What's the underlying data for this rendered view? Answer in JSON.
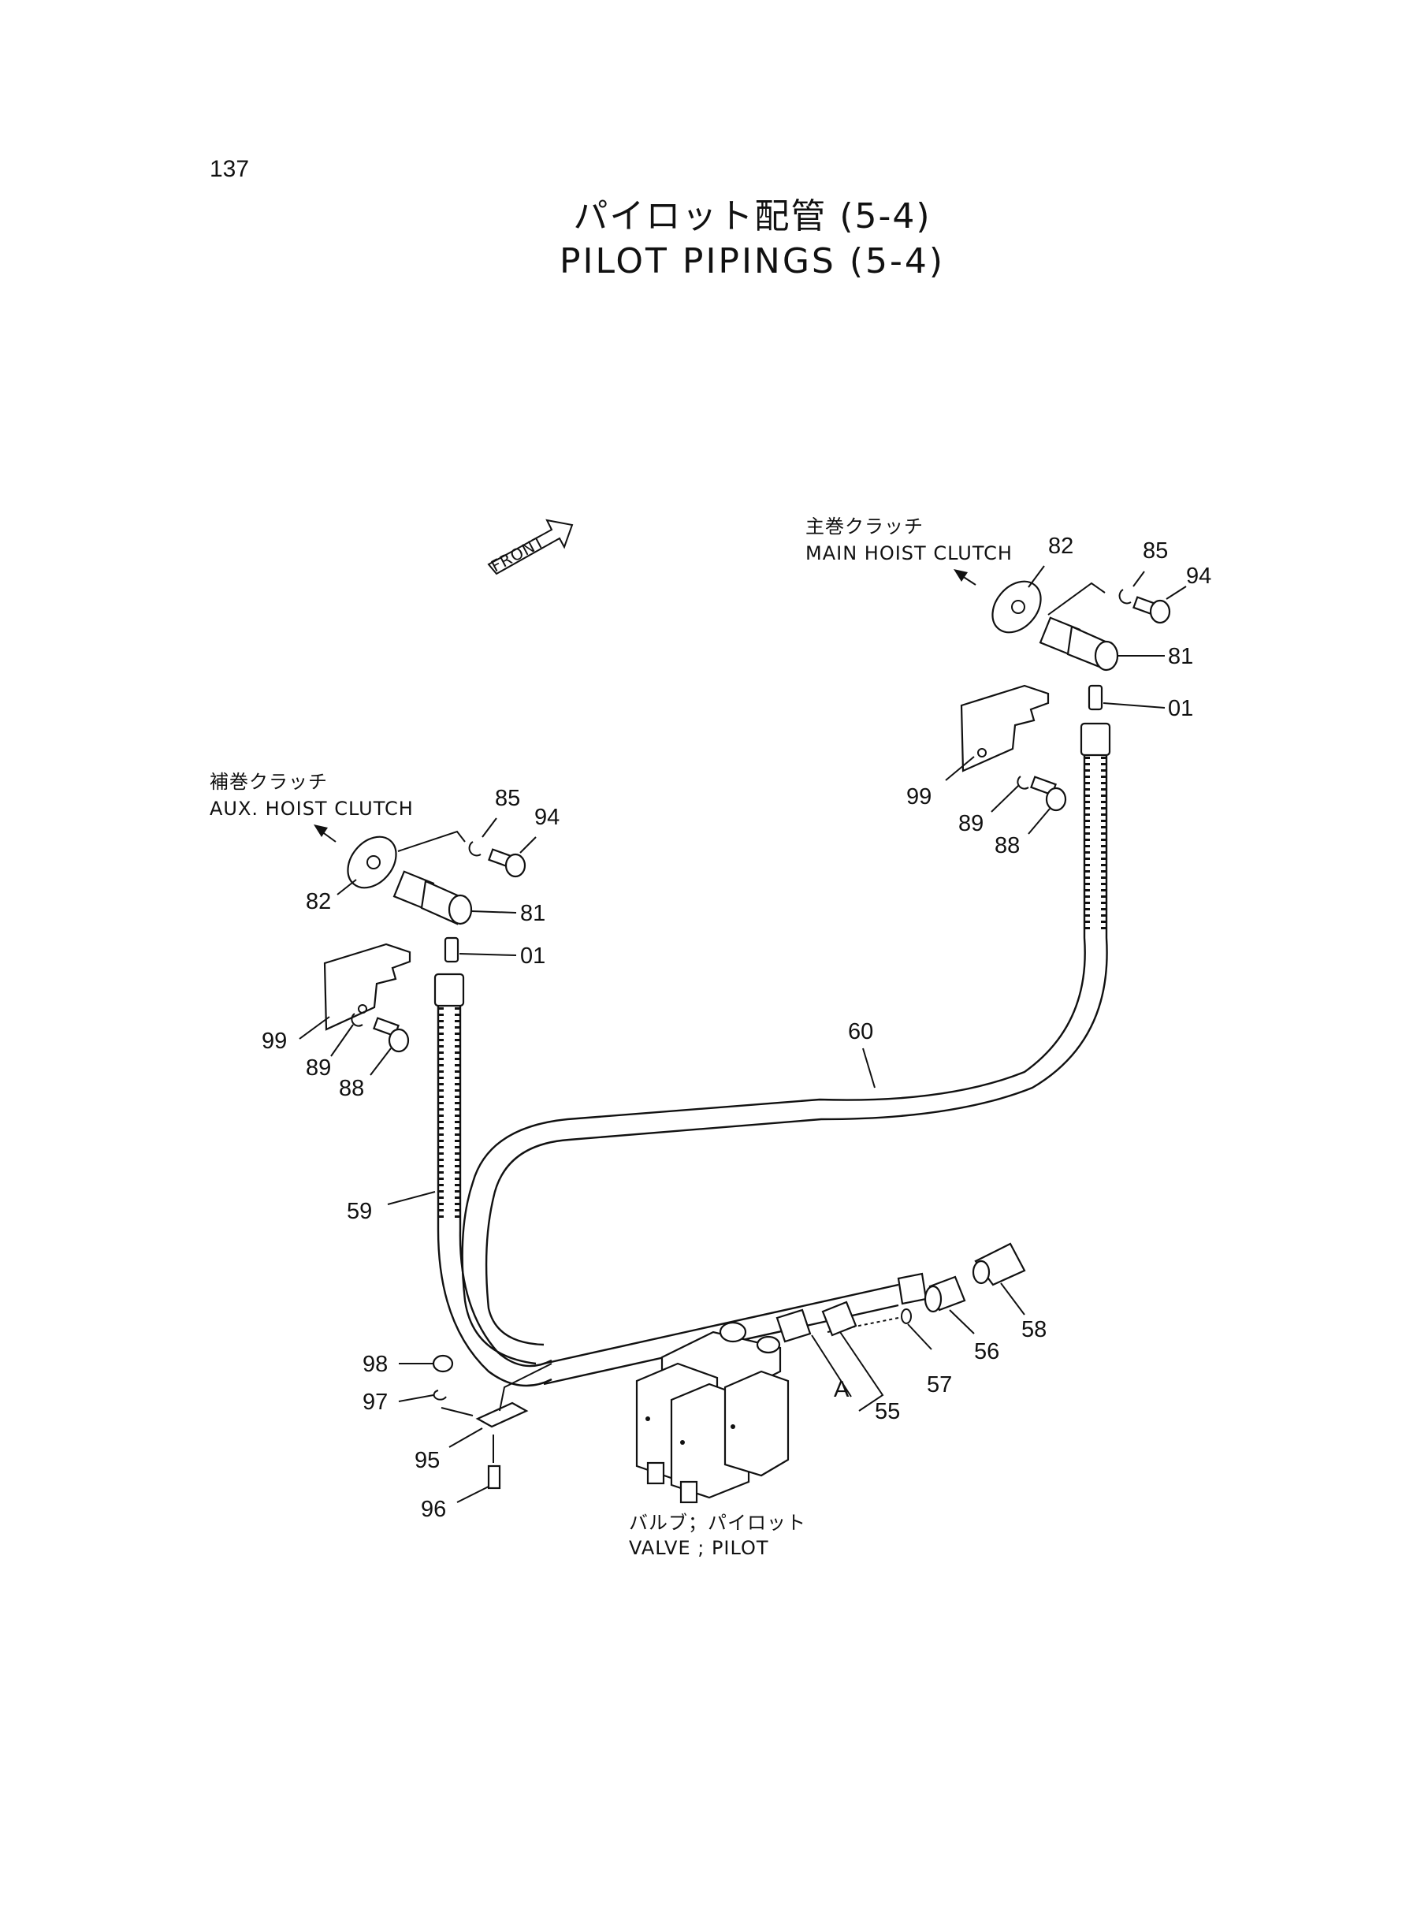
{
  "page_number": "137",
  "title_jp": "パイロット配管 (5-4)",
  "title_en": "PILOT PIPINGS (5-4)",
  "front_label": "FRONT",
  "groups": {
    "main_hoist_jp": "主巻クラッチ",
    "main_hoist_en": "MAIN HOIST CLUTCH",
    "aux_hoist_jp": "補巻クラッチ",
    "aux_hoist_en": "AUX. HOIST CLUTCH",
    "valve_jp": "バルブ；パイロット",
    "valve_en": "VALVE ; PILOT"
  },
  "callouts": {
    "main_82": "82",
    "main_85": "85",
    "main_94": "94",
    "main_81": "81",
    "main_01": "01",
    "main_99": "99",
    "main_89": "89",
    "main_88": "88",
    "aux_85": "85",
    "aux_94": "94",
    "aux_82": "82",
    "aux_81": "81",
    "aux_01": "01",
    "aux_99": "99",
    "aux_89": "89",
    "aux_88": "88",
    "c60": "60",
    "c59": "59",
    "c58": "58",
    "c56": "56",
    "c57": "57",
    "c55": "55",
    "cA": "A",
    "c98": "98",
    "c97": "97",
    "c95": "95",
    "c96": "96"
  }
}
